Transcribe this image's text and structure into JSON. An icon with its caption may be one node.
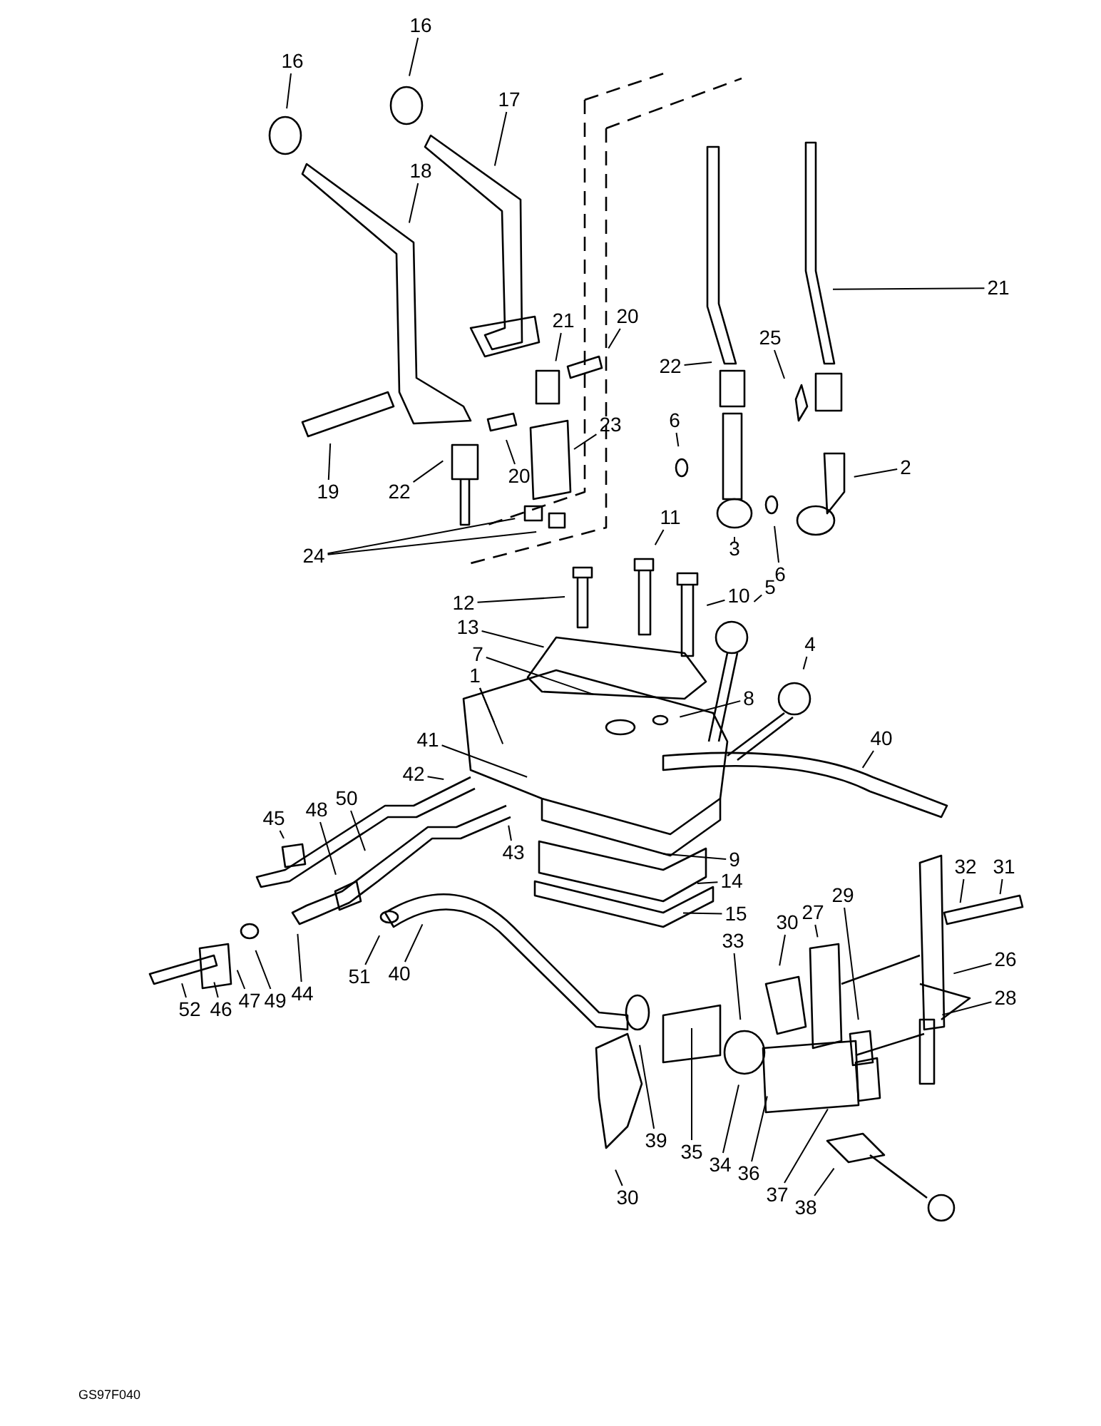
{
  "diagram": {
    "nodes": [
      {
        "text": [
          "16"
        ]
      },
      {
        "text": [
          "16"
        ]
      },
      {
        "text": [
          "17"
        ]
      },
      {
        "text": [
          "18"
        ]
      },
      {
        "text": [
          "19"
        ]
      },
      {
        "text": [
          "22"
        ]
      },
      {
        "text": [
          "20"
        ]
      },
      {
        "text": [
          "21"
        ]
      },
      {
        "text": [
          "20"
        ]
      },
      {
        "text": [
          "23"
        ]
      },
      {
        "text": [
          "24"
        ]
      },
      {
        "text": [
          "21"
        ]
      },
      {
        "text": [
          "22"
        ]
      },
      {
        "text": [
          "25"
        ]
      },
      {
        "text": [
          "6"
        ]
      },
      {
        "text": [
          "3"
        ]
      },
      {
        "text": [
          "2"
        ]
      },
      {
        "text": [
          "6"
        ]
      },
      {
        "text": [
          "11"
        ]
      },
      {
        "text": [
          "12"
        ]
      },
      {
        "text": [
          "10"
        ]
      },
      {
        "text": [
          "13"
        ]
      },
      {
        "text": [
          "5"
        ]
      },
      {
        "text": [
          "7"
        ]
      },
      {
        "text": [
          "4"
        ]
      },
      {
        "text": [
          "1"
        ]
      },
      {
        "text": [
          "8"
        ]
      },
      {
        "text": [
          "41"
        ]
      },
      {
        "text": [
          "40"
        ]
      },
      {
        "text": [
          "42"
        ]
      },
      {
        "text": [
          "43"
        ]
      },
      {
        "text": [
          "9"
        ]
      },
      {
        "text": [
          "14"
        ]
      },
      {
        "text": [
          "15"
        ]
      },
      {
        "text": [
          "45"
        ]
      },
      {
        "text": [
          "48"
        ]
      },
      {
        "text": [
          "50"
        ]
      },
      {
        "text": [
          "51"
        ]
      },
      {
        "text": [
          "40"
        ]
      },
      {
        "text": [
          "52"
        ]
      },
      {
        "text": [
          "46"
        ]
      },
      {
        "text": [
          "47"
        ]
      },
      {
        "text": [
          "49"
        ]
      },
      {
        "text": [
          "44"
        ]
      },
      {
        "text": [
          "30"
        ]
      },
      {
        "text": [
          "27"
        ]
      },
      {
        "text": [
          "29"
        ]
      },
      {
        "text": [
          "33"
        ]
      },
      {
        "text": [
          "32"
        ]
      },
      {
        "text": [
          "31"
        ]
      },
      {
        "text": [
          "26"
        ]
      },
      {
        "text": [
          "28"
        ]
      },
      {
        "text": [
          "39"
        ]
      },
      {
        "text": [
          "35"
        ]
      },
      {
        "text": [
          "34"
        ]
      },
      {
        "text": [
          "36"
        ]
      },
      {
        "text": [
          "37"
        ]
      },
      {
        "text": [
          "38"
        ]
      },
      {
        "text": [
          "30"
        ]
      }
    ],
    "edges": [
      {
        "from": 0,
        "to": null,
        "arrow": "none"
      },
      {
        "from": 1,
        "to": null,
        "arrow": "none"
      },
      {
        "from": 2,
        "to": null,
        "arrow": "none"
      },
      {
        "from": 3,
        "to": null,
        "arrow": "none"
      },
      {
        "from": 4,
        "to": null,
        "arrow": "none"
      },
      {
        "from": 5,
        "to": null,
        "arrow": "none"
      },
      {
        "from": 6,
        "to": null,
        "arrow": "none"
      },
      {
        "from": 7,
        "to": null,
        "arrow": "none"
      },
      {
        "from": 8,
        "to": null,
        "arrow": "none"
      },
      {
        "from": 9,
        "to": null,
        "arrow": "none"
      },
      {
        "from": 10,
        "to": null,
        "arrow": "none"
      },
      {
        "from": 10,
        "to": null,
        "arrow": "none"
      },
      {
        "from": 11,
        "to": null,
        "arrow": "none"
      },
      {
        "from": 12,
        "to": null,
        "arrow": "none"
      },
      {
        "from": 13,
        "to": null,
        "arrow": "none"
      },
      {
        "from": 14,
        "to": null,
        "arrow": "none"
      },
      {
        "from": 15,
        "to": null,
        "arrow": "none"
      },
      {
        "from": 16,
        "to": null,
        "arrow": "none"
      },
      {
        "from": 17,
        "to": null,
        "arrow": "none"
      },
      {
        "from": 18,
        "to": null,
        "arrow": "none"
      },
      {
        "from": 19,
        "to": null,
        "arrow": "none"
      },
      {
        "from": 20,
        "to": null,
        "arrow": "none"
      },
      {
        "from": 21,
        "to": null,
        "arrow": "none"
      },
      {
        "from": 22,
        "to": null,
        "arrow": "none"
      },
      {
        "from": 23,
        "to": null,
        "arrow": "none"
      },
      {
        "from": 24,
        "to": null,
        "arrow": "none"
      },
      {
        "from": 25,
        "to": null,
        "arrow": "none"
      },
      {
        "from": 25,
        "to": null,
        "arrow": "none"
      },
      {
        "from": 26,
        "to": null,
        "arrow": "none"
      },
      {
        "from": 27,
        "to": null,
        "arrow": "none"
      },
      {
        "from": 28,
        "to": null,
        "arrow": "none"
      },
      {
        "from": 29,
        "to": null,
        "arrow": "none"
      },
      {
        "from": 30,
        "to": null,
        "arrow": "none"
      },
      {
        "from": 31,
        "to": null,
        "arrow": "none"
      },
      {
        "from": 32,
        "to": null,
        "arrow": "none"
      },
      {
        "from": 33,
        "to": null,
        "arrow": "none"
      },
      {
        "from": 34,
        "to": null,
        "arrow": "none"
      },
      {
        "from": 35,
        "to": null,
        "arrow": "none"
      },
      {
        "from": 36,
        "to": null,
        "arrow": "none"
      },
      {
        "from": 37,
        "to": null,
        "arrow": "none"
      },
      {
        "from": 38,
        "to": null,
        "arrow": "none"
      },
      {
        "from": 39,
        "to": null,
        "arrow": "none"
      },
      {
        "from": 40,
        "to": null,
        "arrow": "none"
      },
      {
        "from": 41,
        "to": null,
        "arrow": "none"
      },
      {
        "from": 42,
        "to": null,
        "arrow": "none"
      },
      {
        "from": 43,
        "to": null,
        "arrow": "none"
      },
      {
        "from": 44,
        "to": null,
        "arrow": "none"
      },
      {
        "from": 45,
        "to": null,
        "arrow": "none"
      },
      {
        "from": 46,
        "to": null,
        "arrow": "none"
      },
      {
        "from": 47,
        "to": null,
        "arrow": "none"
      },
      {
        "from": 48,
        "to": null,
        "arrow": "none"
      },
      {
        "from": 49,
        "to": null,
        "arrow": "none"
      },
      {
        "from": 50,
        "to": null,
        "arrow": "none"
      },
      {
        "from": 51,
        "to": null,
        "arrow": "none"
      },
      {
        "from": 52,
        "to": null,
        "arrow": "none"
      },
      {
        "from": 53,
        "to": null,
        "arrow": "none"
      },
      {
        "from": 54,
        "to": null,
        "arrow": "none"
      },
      {
        "from": 55,
        "to": null,
        "arrow": "none"
      },
      {
        "from": 56,
        "to": null,
        "arrow": "none"
      },
      {
        "from": 57,
        "to": null,
        "arrow": "none"
      },
      {
        "from": 58,
        "to": null,
        "arrow": "none"
      }
    ],
    "labels": [
      "GS97F040"
    ]
  }
}
